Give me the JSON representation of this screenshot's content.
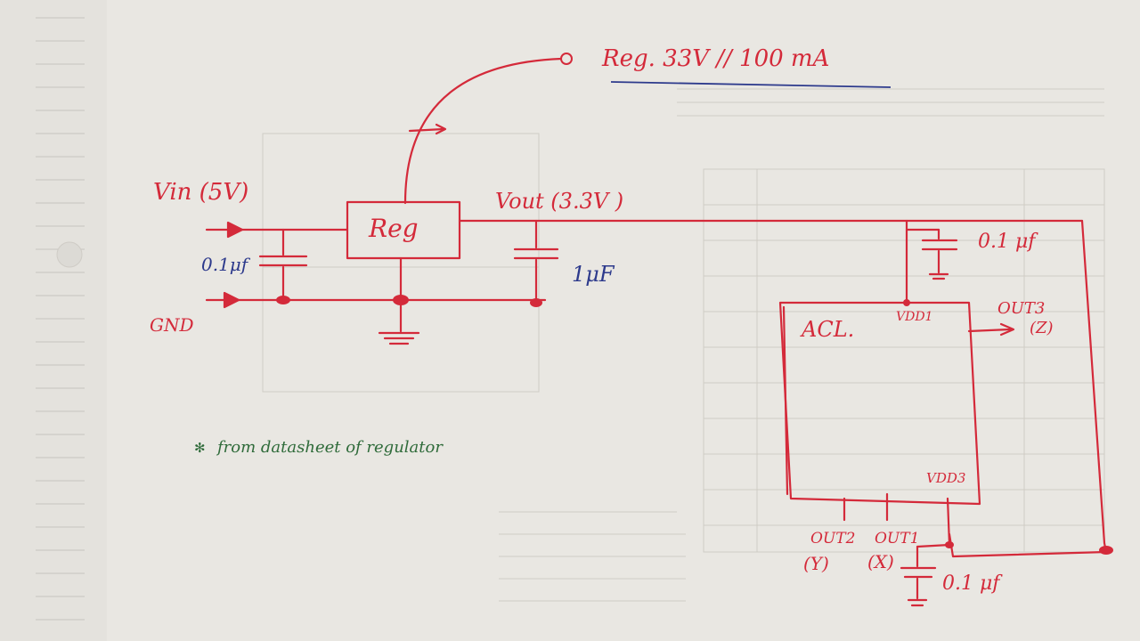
{
  "colors": {
    "paper": "#e9e7e2",
    "ink_red": "#d42a3a",
    "ink_blue": "#2d3a8c",
    "ink_green": "#2f6b3a",
    "print_ghost": "#b9b6b0"
  },
  "labels": {
    "reg_note": "Reg. 33V // 100 mA",
    "vin": "Vin (5V)",
    "gnd": "GND",
    "reg": "Reg",
    "vout": "Vout (3.3V )",
    "cap_in": "0.1μf",
    "cap_out": "1μF",
    "cap_vdd1": "0.1 μf",
    "cap_vdd3": "0.1 μf",
    "acl": "ACL.",
    "vdd1": "VDD1",
    "vdd3": "VDD3",
    "out3": "OUT3",
    "out3_axis": "(Z)",
    "out2": "OUT2",
    "out2_axis": "(Y)",
    "out1": "OUT1",
    "out1_axis": "(X)",
    "note": "from datasheet of regulator"
  }
}
